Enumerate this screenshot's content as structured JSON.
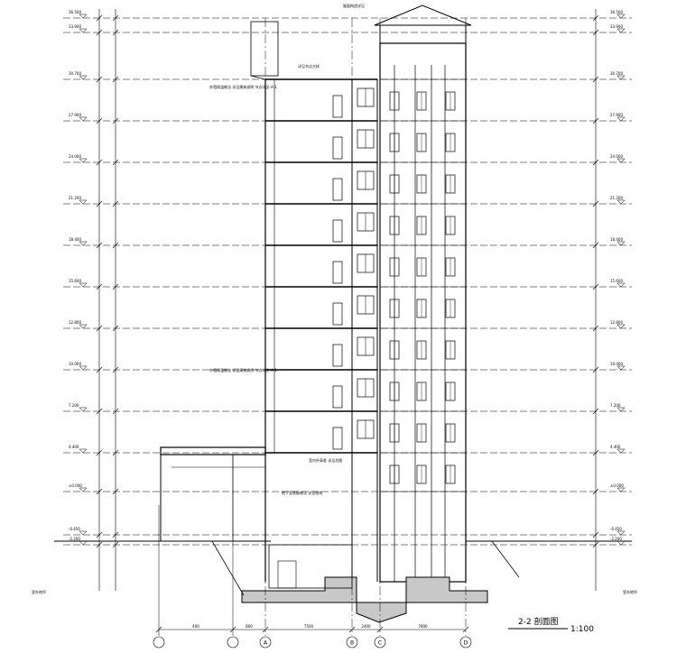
{
  "drawing": {
    "title": "2-2 剖面图",
    "scale": "1:100",
    "grid_axes": [
      "A",
      "B",
      "C",
      "D"
    ],
    "bottom_dimensions": [
      "400",
      "800",
      "7500",
      "2400",
      "7800"
    ],
    "level_marks_left": [
      "36.500",
      "33.900",
      "30.700",
      "27.900",
      "24.000",
      "21.200",
      "18.400",
      "15.600",
      "12.800",
      "10.000",
      "7.200",
      "4.400",
      "±0.000",
      "-0.450",
      "-2.200"
    ],
    "level_marks_right": [
      "36.500",
      "33.900",
      "30.700",
      "27.900",
      "24.000",
      "21.200",
      "18.400",
      "15.600",
      "12.800",
      "10.000",
      "7.200",
      "4.400",
      "±0.000",
      "-0.450",
      "-2.200"
    ],
    "annotations": {
      "roof_note": "屋面构造详见",
      "upper_note": "详见节点大样",
      "callout_top": "外墙保温做法 详见建筑说明 节点详见-A-1",
      "callout_mid": "外墙保温做法 详见建筑说明 节点详见-A-1",
      "callout_lower": "室内外高差 详见总图",
      "callout_base": "地下室底板做法 详见结构",
      "ground_left": "室外地坪",
      "ground_right": "室外地坪"
    }
  },
  "colors": {
    "line": "#000000",
    "hatch": "#c8c8c8",
    "paper": "#ffffff"
  }
}
